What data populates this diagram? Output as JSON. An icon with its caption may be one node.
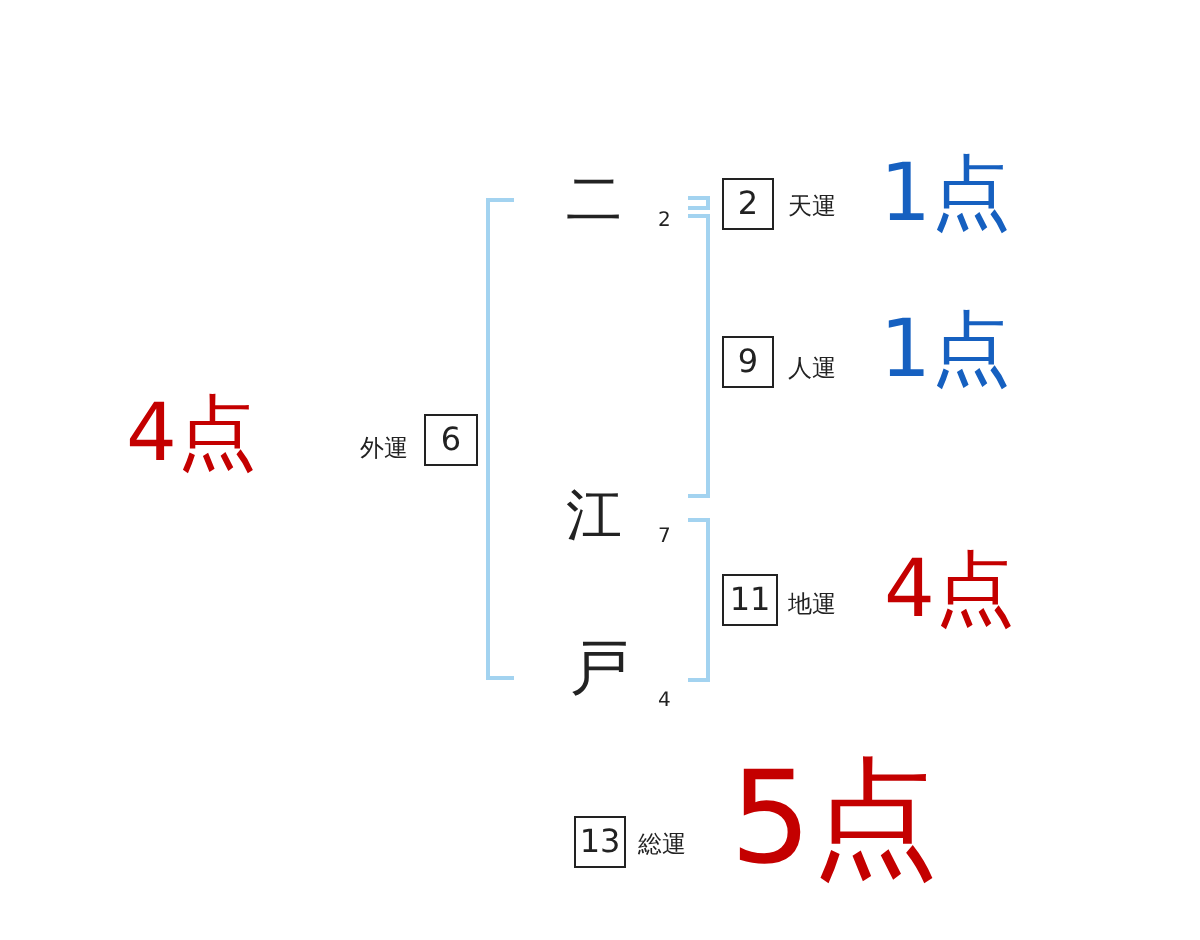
{
  "diagram": {
    "nodes": [
      {
        "text": [
          "2"
        ],
        "beside": [
          "天運",
          "1点"
        ]
      },
      {
        "text": [
          "9"
        ],
        "beside": [
          "人運",
          "1点"
        ]
      },
      {
        "text": [
          "6"
        ],
        "beside": [
          "外運",
          "4点"
        ]
      },
      {
        "text": [
          "11"
        ],
        "beside": [
          "地運",
          "4点"
        ]
      },
      {
        "text": [
          "13"
        ],
        "beside": [
          "総運",
          "5点"
        ]
      }
    ],
    "labels": [
      "二",
      "2",
      "江",
      "7",
      "戸",
      "4"
    ]
  }
}
